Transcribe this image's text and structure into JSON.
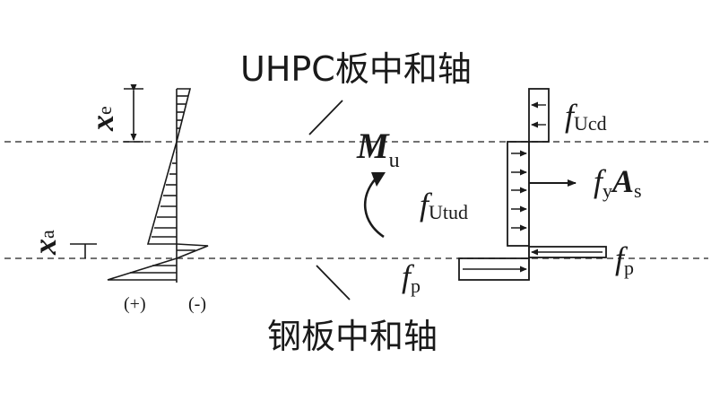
{
  "labels": {
    "uhpc_axis": "UHPC板中和轴",
    "steel_axis": "钢板中和轴",
    "moment": "M",
    "moment_sub": "u",
    "x_e": "x",
    "x_e_sub": "e",
    "x_a": "x",
    "x_a_sub": "a",
    "plus": "(+)",
    "minus": "(-)",
    "f_ucd": "f",
    "f_ucd_sub": "Ucd",
    "f_utud": "f",
    "f_utud_sub": "Utud",
    "fy": "f",
    "fy_sub": "y",
    "as": "A",
    "as_sub": "s",
    "fp_left": "f",
    "fp_left_sub": "p",
    "fp_right": "f",
    "fp_right_sub": "p"
  },
  "colors": {
    "ink": "#1a1a1a",
    "dash": "#444444"
  }
}
